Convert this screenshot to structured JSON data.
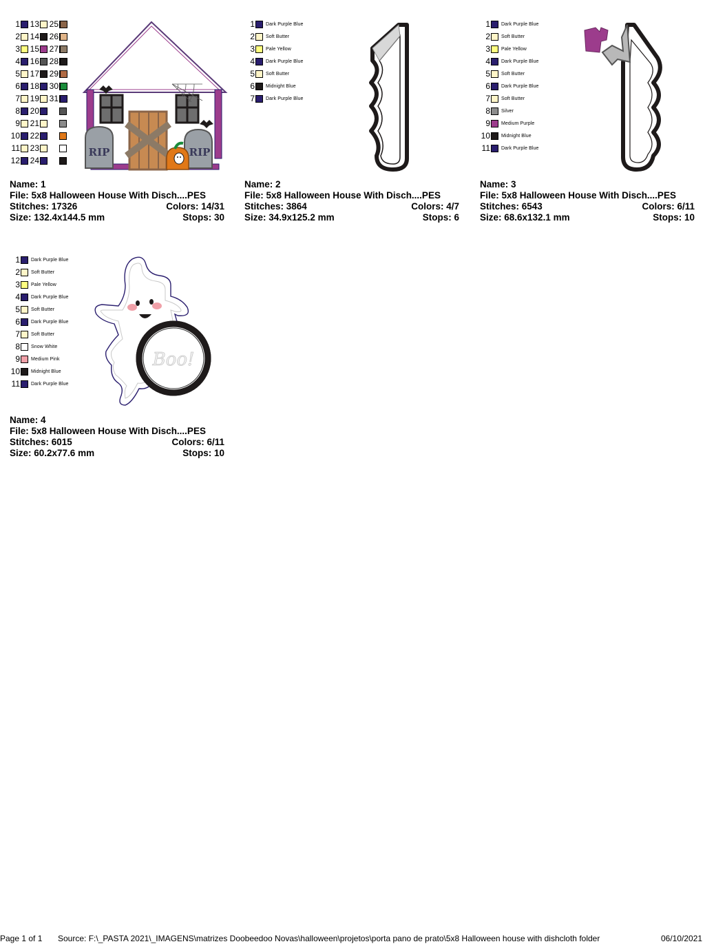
{
  "designs": [
    {
      "name_label": "Name: 1",
      "file_label": "File: 5x8 Halloween House With Disch....PES",
      "stitches_label": "Stitches: 17326",
      "colors_label": "Colors: 14/31",
      "size_label": "Size: 132.4x144.5 mm",
      "stops_label": "Stops: 30",
      "legend_columns": [
        [
          {
            "num": "1",
            "color": "#2a1e6e"
          },
          {
            "num": "2",
            "color": "#fff5c8"
          },
          {
            "num": "3",
            "color": "#ffff80"
          },
          {
            "num": "4",
            "color": "#2a1e6e"
          },
          {
            "num": "5",
            "color": "#fff5c8"
          },
          {
            "num": "6",
            "color": "#2a1e6e"
          },
          {
            "num": "7",
            "color": "#fff5c8"
          },
          {
            "num": "8",
            "color": "#2a1e6e"
          },
          {
            "num": "9",
            "color": "#fff5c8"
          },
          {
            "num": "10",
            "color": "#2a1e6e"
          },
          {
            "num": "11",
            "color": "#fff5c8"
          },
          {
            "num": "12",
            "color": "#2a1e6e"
          }
        ],
        [
          {
            "num": "13",
            "color": "#fff5c8"
          },
          {
            "num": "14",
            "color": "#1e1a1a"
          },
          {
            "num": "15",
            "color": "#9c3c8c"
          },
          {
            "num": "16",
            "color": "#555555"
          },
          {
            "num": "17",
            "color": "#1e1a1a"
          },
          {
            "num": "18",
            "color": "#2a1e6e"
          },
          {
            "num": "19",
            "color": "#fff5c8"
          },
          {
            "num": "20",
            "color": "#2a1e6e"
          },
          {
            "num": "21",
            "color": "#fff5c8"
          },
          {
            "num": "22",
            "color": "#2a1e6e"
          },
          {
            "num": "23",
            "color": "#fff5c8"
          },
          {
            "num": "24",
            "color": "#2a1e6e"
          }
        ],
        [
          {
            "num": "25",
            "color": "#fff5c8"
          },
          {
            "num": "26",
            "color": "#a87a5a"
          },
          {
            "num": "27",
            "color": "#8c7a66"
          },
          {
            "num": "28",
            "color": "#1e1a1a"
          },
          {
            "num": "29",
            "color": "#b06a44"
          },
          {
            "num": "30",
            "color": "#ffffff"
          },
          {
            "num": "31",
            "color": "#2a1e6e"
          },
          {
            "num": "",
            "color": "#555555"
          },
          {
            "num": "",
            "color": "#8c8c8c"
          },
          {
            "num": "",
            "color": "#e07818"
          },
          {
            "num": "",
            "color": "#ffffff"
          },
          {
            "num": "",
            "color": "#1e1a1a"
          }
        ],
        [
          {
            "num": "",
            "color": "#8a6448"
          },
          {
            "num": "",
            "color": "#e0b488"
          },
          {
            "num": "",
            "color": "#8c7a66"
          },
          {
            "num": "",
            "color": "#1e1a1a"
          },
          {
            "num": "",
            "color": "#b06a44"
          },
          {
            "num": "",
            "color": "#1a8c3a"
          },
          {
            "num": "",
            "color": "#2a1e6e"
          }
        ]
      ]
    },
    {
      "name_label": "Name: 2",
      "file_label": "File: 5x8 Halloween House With Disch....PES",
      "stitches_label": "Stitches: 3864",
      "colors_label": "Colors: 4/7",
      "size_label": "Size: 34.9x125.2 mm",
      "stops_label": "Stops: 6",
      "legend": [
        {
          "num": "1",
          "color": "#2a1e6e",
          "name": "Dark Purple Blue"
        },
        {
          "num": "2",
          "color": "#fff5c8",
          "name": "Soft Butter"
        },
        {
          "num": "3",
          "color": "#ffff80",
          "name": "Pale Yellow"
        },
        {
          "num": "4",
          "color": "#2a1e6e",
          "name": "Dark Purple Blue"
        },
        {
          "num": "5",
          "color": "#fff5c8",
          "name": "Soft Butter"
        },
        {
          "num": "6",
          "color": "#1e1a1a",
          "name": "Midnight Blue"
        },
        {
          "num": "7",
          "color": "#2a1e6e",
          "name": "Dark Purple Blue"
        }
      ]
    },
    {
      "name_label": "Name: 3",
      "file_label": "File: 5x8 Halloween House With Disch....PES",
      "stitches_label": "Stitches: 6543",
      "colors_label": "Colors: 6/11",
      "size_label": "Size: 68.6x132.1 mm",
      "stops_label": "Stops: 10",
      "legend": [
        {
          "num": "1",
          "color": "#2a1e6e",
          "name": "Dark Purple Blue"
        },
        {
          "num": "2",
          "color": "#fff5c8",
          "name": "Soft Butter"
        },
        {
          "num": "3",
          "color": "#ffff80",
          "name": "Pale Yellow"
        },
        {
          "num": "4",
          "color": "#2a1e6e",
          "name": "Dark Purple Blue"
        },
        {
          "num": "5",
          "color": "#fff5c8",
          "name": "Soft Butter"
        },
        {
          "num": "6",
          "color": "#2a1e6e",
          "name": "Dark Purple Blue"
        },
        {
          "num": "7",
          "color": "#fff5c8",
          "name": "Soft Butter"
        },
        {
          "num": "8",
          "color": "#8c8c8c",
          "name": "Silver"
        },
        {
          "num": "9",
          "color": "#9c3c8c",
          "name": "Medium Purple"
        },
        {
          "num": "10",
          "color": "#1e1a1a",
          "name": "Midnight Blue"
        },
        {
          "num": "11",
          "color": "#2a1e6e",
          "name": "Dark Purple Blue"
        }
      ]
    },
    {
      "name_label": "Name: 4",
      "file_label": "File: 5x8 Halloween House With Disch....PES",
      "stitches_label": "Stitches: 6015",
      "colors_label": "Colors: 6/11",
      "size_label": "Size: 60.2x77.6 mm",
      "stops_label": "Stops: 10",
      "art_text": "Boo!",
      "legend": [
        {
          "num": "1",
          "color": "#2a1e6e",
          "name": "Dark Purple Blue"
        },
        {
          "num": "2",
          "color": "#fff5c8",
          "name": "Soft Butter"
        },
        {
          "num": "3",
          "color": "#ffff80",
          "name": "Pale Yellow"
        },
        {
          "num": "4",
          "color": "#2a1e6e",
          "name": "Dark Purple Blue"
        },
        {
          "num": "5",
          "color": "#fff5c8",
          "name": "Soft Butter"
        },
        {
          "num": "6",
          "color": "#2a1e6e",
          "name": "Dark Purple Blue"
        },
        {
          "num": "7",
          "color": "#fff5c8",
          "name": "Soft Butter"
        },
        {
          "num": "8",
          "color": "#ffffff",
          "name": "Snow White"
        },
        {
          "num": "9",
          "color": "#f0a0a8",
          "name": "Medium Pink"
        },
        {
          "num": "10",
          "color": "#1e1a1a",
          "name": "Midnight Blue"
        },
        {
          "num": "11",
          "color": "#2a1e6e",
          "name": "Dark Purple Blue"
        }
      ]
    }
  ],
  "house_art": {
    "tombstone_text": "RIP"
  },
  "footer": {
    "page": "Page 1 of 1",
    "source": "Source: F:\\_PASTA 2021\\_IMAGENS\\matrizes Doobeedoo Novas\\halloween\\projetos\\porta pano de prato\\5x8  Halloween house with dishcloth folder",
    "date": "06/10/2021"
  }
}
